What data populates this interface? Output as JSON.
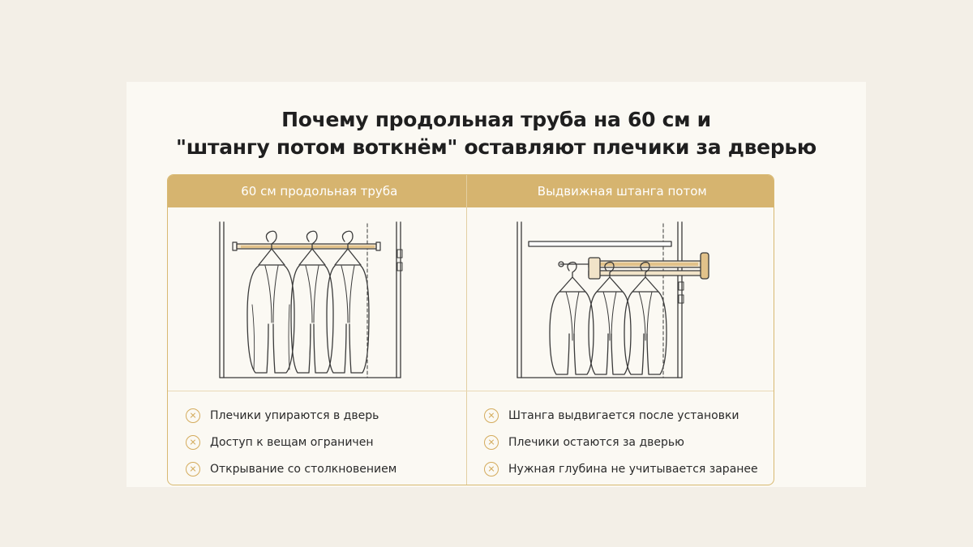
{
  "title": {
    "line1": "Почему продольная труба на 60 см и",
    "line2": "\"штангу потом воткнём\" оставляют плечики за дверью"
  },
  "columns": [
    {
      "header": "60 см продольная труба",
      "items": [
        "Плечики упираются в дверь",
        "Доступ к вещам ограничен",
        "Открывание со столкновением"
      ]
    },
    {
      "header": "Выдвижная штанга потом",
      "items": [
        "Штанга выдвигается после установки",
        "Плечики остаются за дверью",
        "Нужная глубина не учитывается заранее"
      ]
    }
  ],
  "colors": {
    "accent": "#d6b46f",
    "icon": "#d4ab5c",
    "rod": "#e2c28a",
    "line": "#3a3a3a"
  },
  "icons": {
    "list_marker": "x-circle-icon"
  }
}
